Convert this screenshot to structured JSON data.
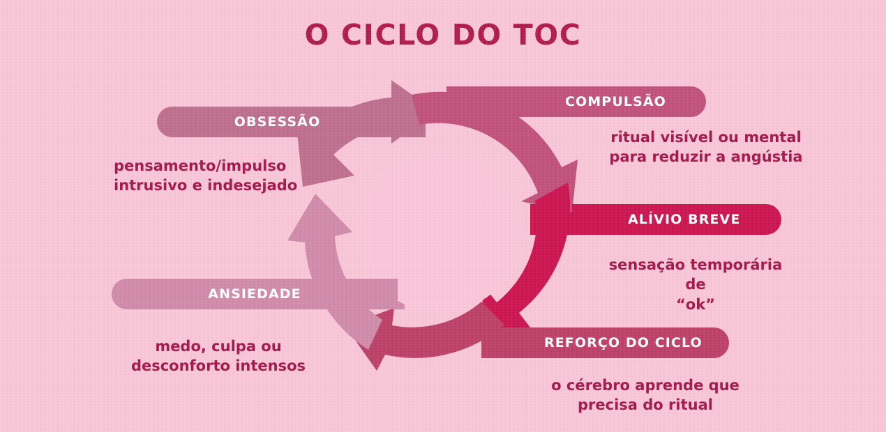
{
  "title": "O CICLO DO TOC",
  "colors": {
    "background": "#f8c5d7",
    "title": "#b01a4c",
    "text": "#a4164a",
    "center_circle": "#f9c6d8",
    "obsessao": "#bd6f8d",
    "ansiedade": "#d08aaa",
    "compulsao": "#c1517a",
    "alivio": "#cc1450",
    "reforco": "#bc3f67"
  },
  "stages": [
    {
      "id": "obsessao",
      "label": "OBSESSÃO",
      "description_lines": [
        "pensamento/impulso",
        "intrusivo e indesejado"
      ],
      "description": "pensamento/impulso intrusivo e indesejado",
      "color": "#bd6f8d"
    },
    {
      "id": "compulsao",
      "label": "COMPULSÃO",
      "description_lines": [
        "ritual visível ou mental",
        "para reduzir a angústia"
      ],
      "description": "ritual visível ou mental para reduzir a angústia",
      "color": "#c1517a"
    },
    {
      "id": "alivio",
      "label": "ALÍVIO BREVE",
      "description_lines": [
        "sensação temporária de",
        "“ok”"
      ],
      "description": "sensação temporária de “ok”",
      "color": "#cc1450"
    },
    {
      "id": "reforco",
      "label": "REFORÇO DO CICLO",
      "description_lines": [
        "o cérebro aprende que",
        "precisa do ritual"
      ],
      "description": "o cérebro aprende que precisa do ritual",
      "color": "#bc3f67"
    },
    {
      "id": "ansiedade",
      "label": "ANSIEDADE",
      "description_lines": [
        "medo, culpa ou",
        "desconforto intensos"
      ],
      "description": "medo, culpa ou desconforto intensos",
      "color": "#d08aaa"
    }
  ]
}
